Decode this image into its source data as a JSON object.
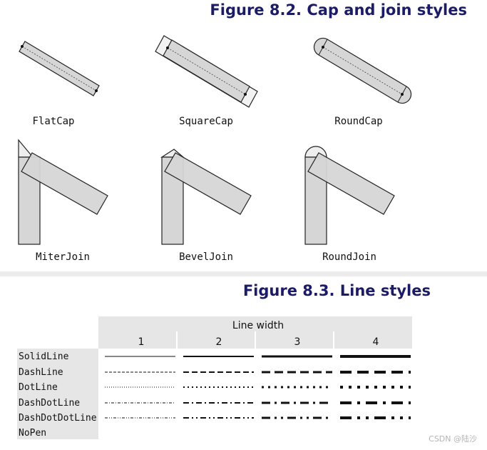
{
  "figure1": {
    "title": "Figure 8.2. Cap and join styles",
    "caps": [
      "FlatCap",
      "SquareCap",
      "RoundCap"
    ],
    "joins": [
      "MiterJoin",
      "BevelJoin",
      "RoundJoin"
    ]
  },
  "figure2": {
    "title": "Figure 8.3. Line styles",
    "header": "Line width",
    "widths": [
      "1",
      "2",
      "3",
      "4"
    ],
    "styles": [
      "SolidLine",
      "DashLine",
      "DotLine",
      "DashDotLine",
      "DashDotDotLine",
      "NoPen"
    ]
  },
  "watermark": "CSDN @陆沙"
}
